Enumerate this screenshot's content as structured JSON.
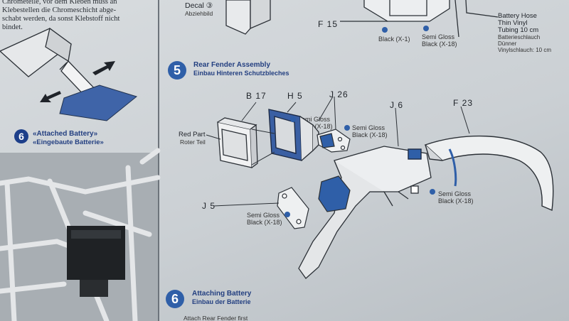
{
  "left_column": {
    "chrome_note_lines": [
      "Chrometeile, vor dem Kleben muss an",
      "Klebestellen die Chromeschicht abge-",
      "schabt werden, da sonst Klebstoff nicht",
      "bindet."
    ],
    "step6_badge": "6",
    "step6_title": "«Attached Battery»",
    "step6_subtitle": "«Eingebaute Batterie»"
  },
  "top_area": {
    "decal_label": "Decal ③",
    "decal_sub": "Abziehbild",
    "f15_code": "F 15",
    "black_x1": "Black (X-1)",
    "semi_gloss_top_line1": "Semi Gloss",
    "semi_gloss_top_line2": "Black (X-18)",
    "battery_hose_lines": [
      "Battery Hose",
      "Thin Vinyl",
      "Tubing 10 cm"
    ],
    "battery_hose_de_lines": [
      "Batterieschlauch",
      "Dünner",
      "Vinylschlauch: 10 cm"
    ]
  },
  "step5": {
    "badge": "5",
    "title": "Rear Fender Assembly",
    "subtitle": "Einbau Hinteren Schutzbleches",
    "codes": {
      "b17": "B 17",
      "h5": "H 5",
      "j26": "J 26",
      "j6": "J 6",
      "f23": "F 23",
      "j5": "J 5"
    },
    "red_part": "Red Part",
    "red_part_de": "Roter Teil",
    "semi_gloss_h5": [
      "Semi Gloss",
      "Black (X-18)"
    ],
    "semi_gloss_j26": [
      "Semi Gloss",
      "Black (X-18)"
    ],
    "semi_gloss_fender": [
      "Semi Gloss",
      "Black (X-18)"
    ],
    "semi_gloss_j5": [
      "Semi Gloss",
      "Black (X-18)"
    ]
  },
  "step6": {
    "badge": "6",
    "title": "Attaching Battery",
    "subtitle": "Einbau der Batterie",
    "note_partial": "Attach Rear Fender first"
  },
  "colors": {
    "accent_blue": "#2f5fa8",
    "line": "#2b3036",
    "paper": "#d4d8db"
  }
}
